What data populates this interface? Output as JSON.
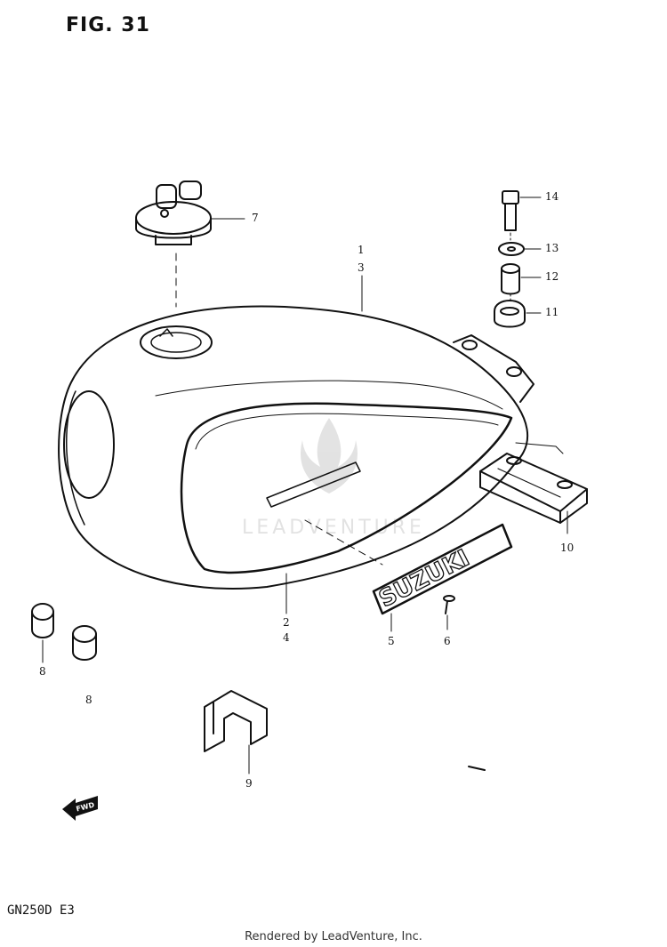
{
  "figure": {
    "title": "FIG. 31",
    "model": "GN250D E3"
  },
  "footer": {
    "credit": "Rendered by LeadVenture, Inc."
  },
  "watermark": {
    "text": "LEADVENTURE"
  },
  "badge": {
    "text": "SUZUKI"
  },
  "direction": {
    "text": "FWD"
  },
  "callouts": {
    "c1": "1",
    "c3": "3",
    "c2": "2",
    "c4": "4",
    "c5": "5",
    "c6": "6",
    "c7": "7",
    "c8a": "8",
    "c8b": "8",
    "c9": "9",
    "c10": "10",
    "c11": "11",
    "c12": "12",
    "c13": "13",
    "c14": "14"
  }
}
